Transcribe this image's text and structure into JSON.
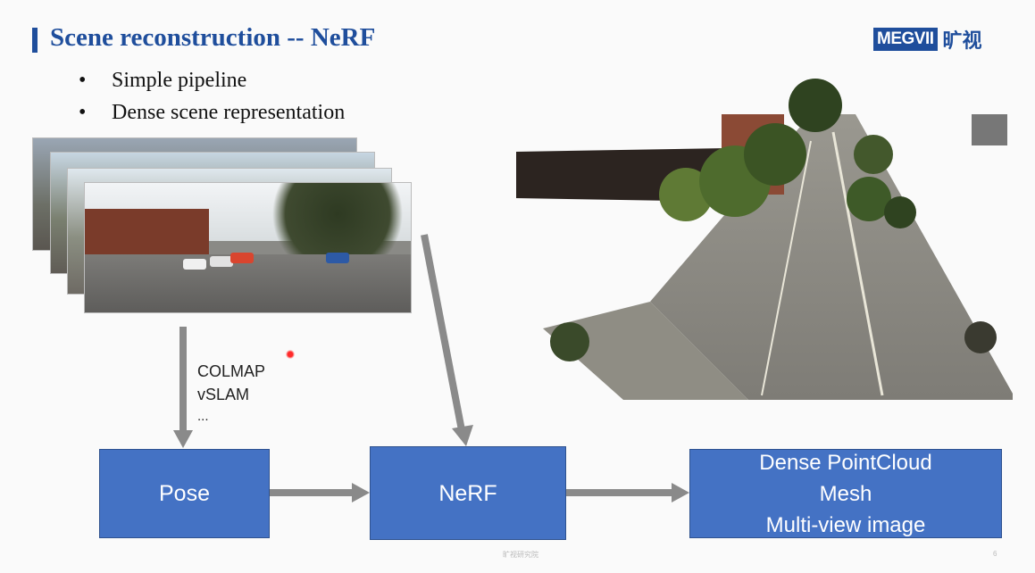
{
  "slide": {
    "title": "Scene reconstruction -- NeRF",
    "logo": {
      "brand": "MEGVII",
      "chinese": "旷视"
    },
    "bullets": [
      "Simple pipeline",
      "Dense scene representation"
    ],
    "pose_methods": [
      "COLMAP",
      "vSLAM",
      "..."
    ],
    "boxes": {
      "pose": "Pose",
      "nerf": "NeRF",
      "outputs": [
        "Dense PointCloud",
        "Mesh",
        "Multi-view image"
      ]
    },
    "footer": "旷视研究院",
    "page_number": "6"
  },
  "colors": {
    "accent": "#1f4e9c",
    "box_fill": "#4472c4",
    "arrow": "#8a8a8a"
  }
}
